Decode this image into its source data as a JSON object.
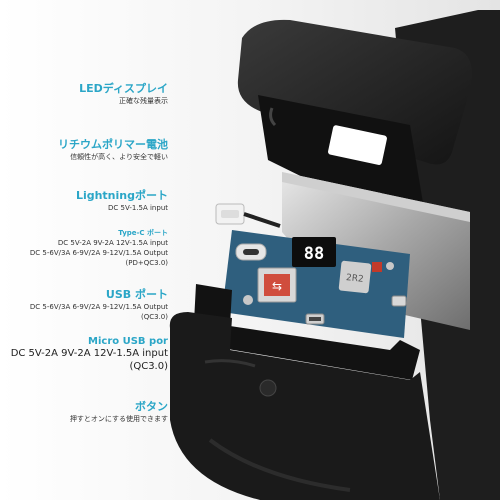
{
  "callouts": [
    {
      "id": "led",
      "title": "LEDディスプレイ",
      "lines": [
        "正確な残量表示"
      ],
      "accent": "#2ba6c7"
    },
    {
      "id": "battery",
      "title": "リチウムポリマー電池",
      "lines": [
        "信頼性が高く、より安全で軽い"
      ],
      "accent": "#2ba6c7"
    },
    {
      "id": "lightning",
      "title": "Lightningポート",
      "lines": [
        "DC 5V-1.5A input"
      ],
      "accent": "#2ba6c7"
    },
    {
      "id": "typec",
      "title": "Type-C ポート",
      "lines": [
        "DC 5V-2A 9V-2A 12V-1.5A input",
        "DC 5-6V/3A 6-9V/2A 9-12V/1.5A Output",
        "(PD+QC3.0)"
      ],
      "accent": "#2ba6c7"
    },
    {
      "id": "usb",
      "title": "USB ポート",
      "lines": [
        "DC 5-6V/3A 6-9V/2A 9-12V/1.5A Output",
        "(QC3.0)"
      ],
      "accent": "#2ba6c7"
    },
    {
      "id": "micro",
      "title": "Micro USB por",
      "lines": [
        "DC 5V-2A 9V-2A 12V-1.5A input",
        "(QC3.0)"
      ],
      "accent": "#2ba6c7"
    },
    {
      "id": "button",
      "title": "ボタン",
      "lines": [
        "押すとオンにする使用できます"
      ],
      "accent": "#2ba6c7"
    }
  ],
  "display_reading": "88",
  "chip_label": "2R2"
}
